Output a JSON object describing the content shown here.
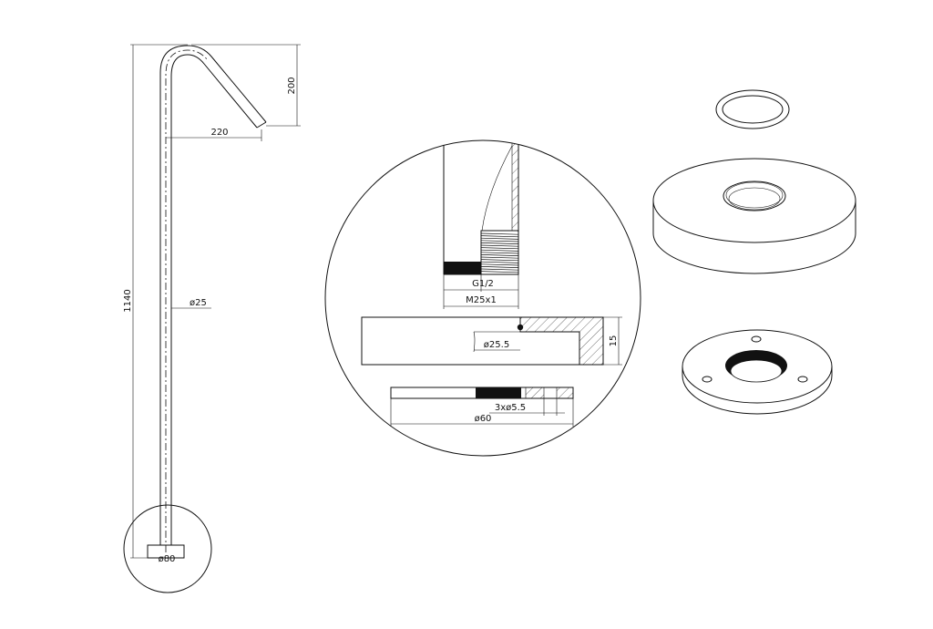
{
  "diagram": {
    "labels": {
      "height_total": "1140",
      "spout_drop": "200",
      "spout_reach": "220",
      "pipe_dia": "ø25",
      "base_dia": "ø80",
      "thread_g": "G1/2",
      "thread_m": "M25x1",
      "flange_bore": "ø25.5",
      "flange_height": "15",
      "holes": "3xø5.5",
      "plate_dia": "ø60"
    }
  }
}
